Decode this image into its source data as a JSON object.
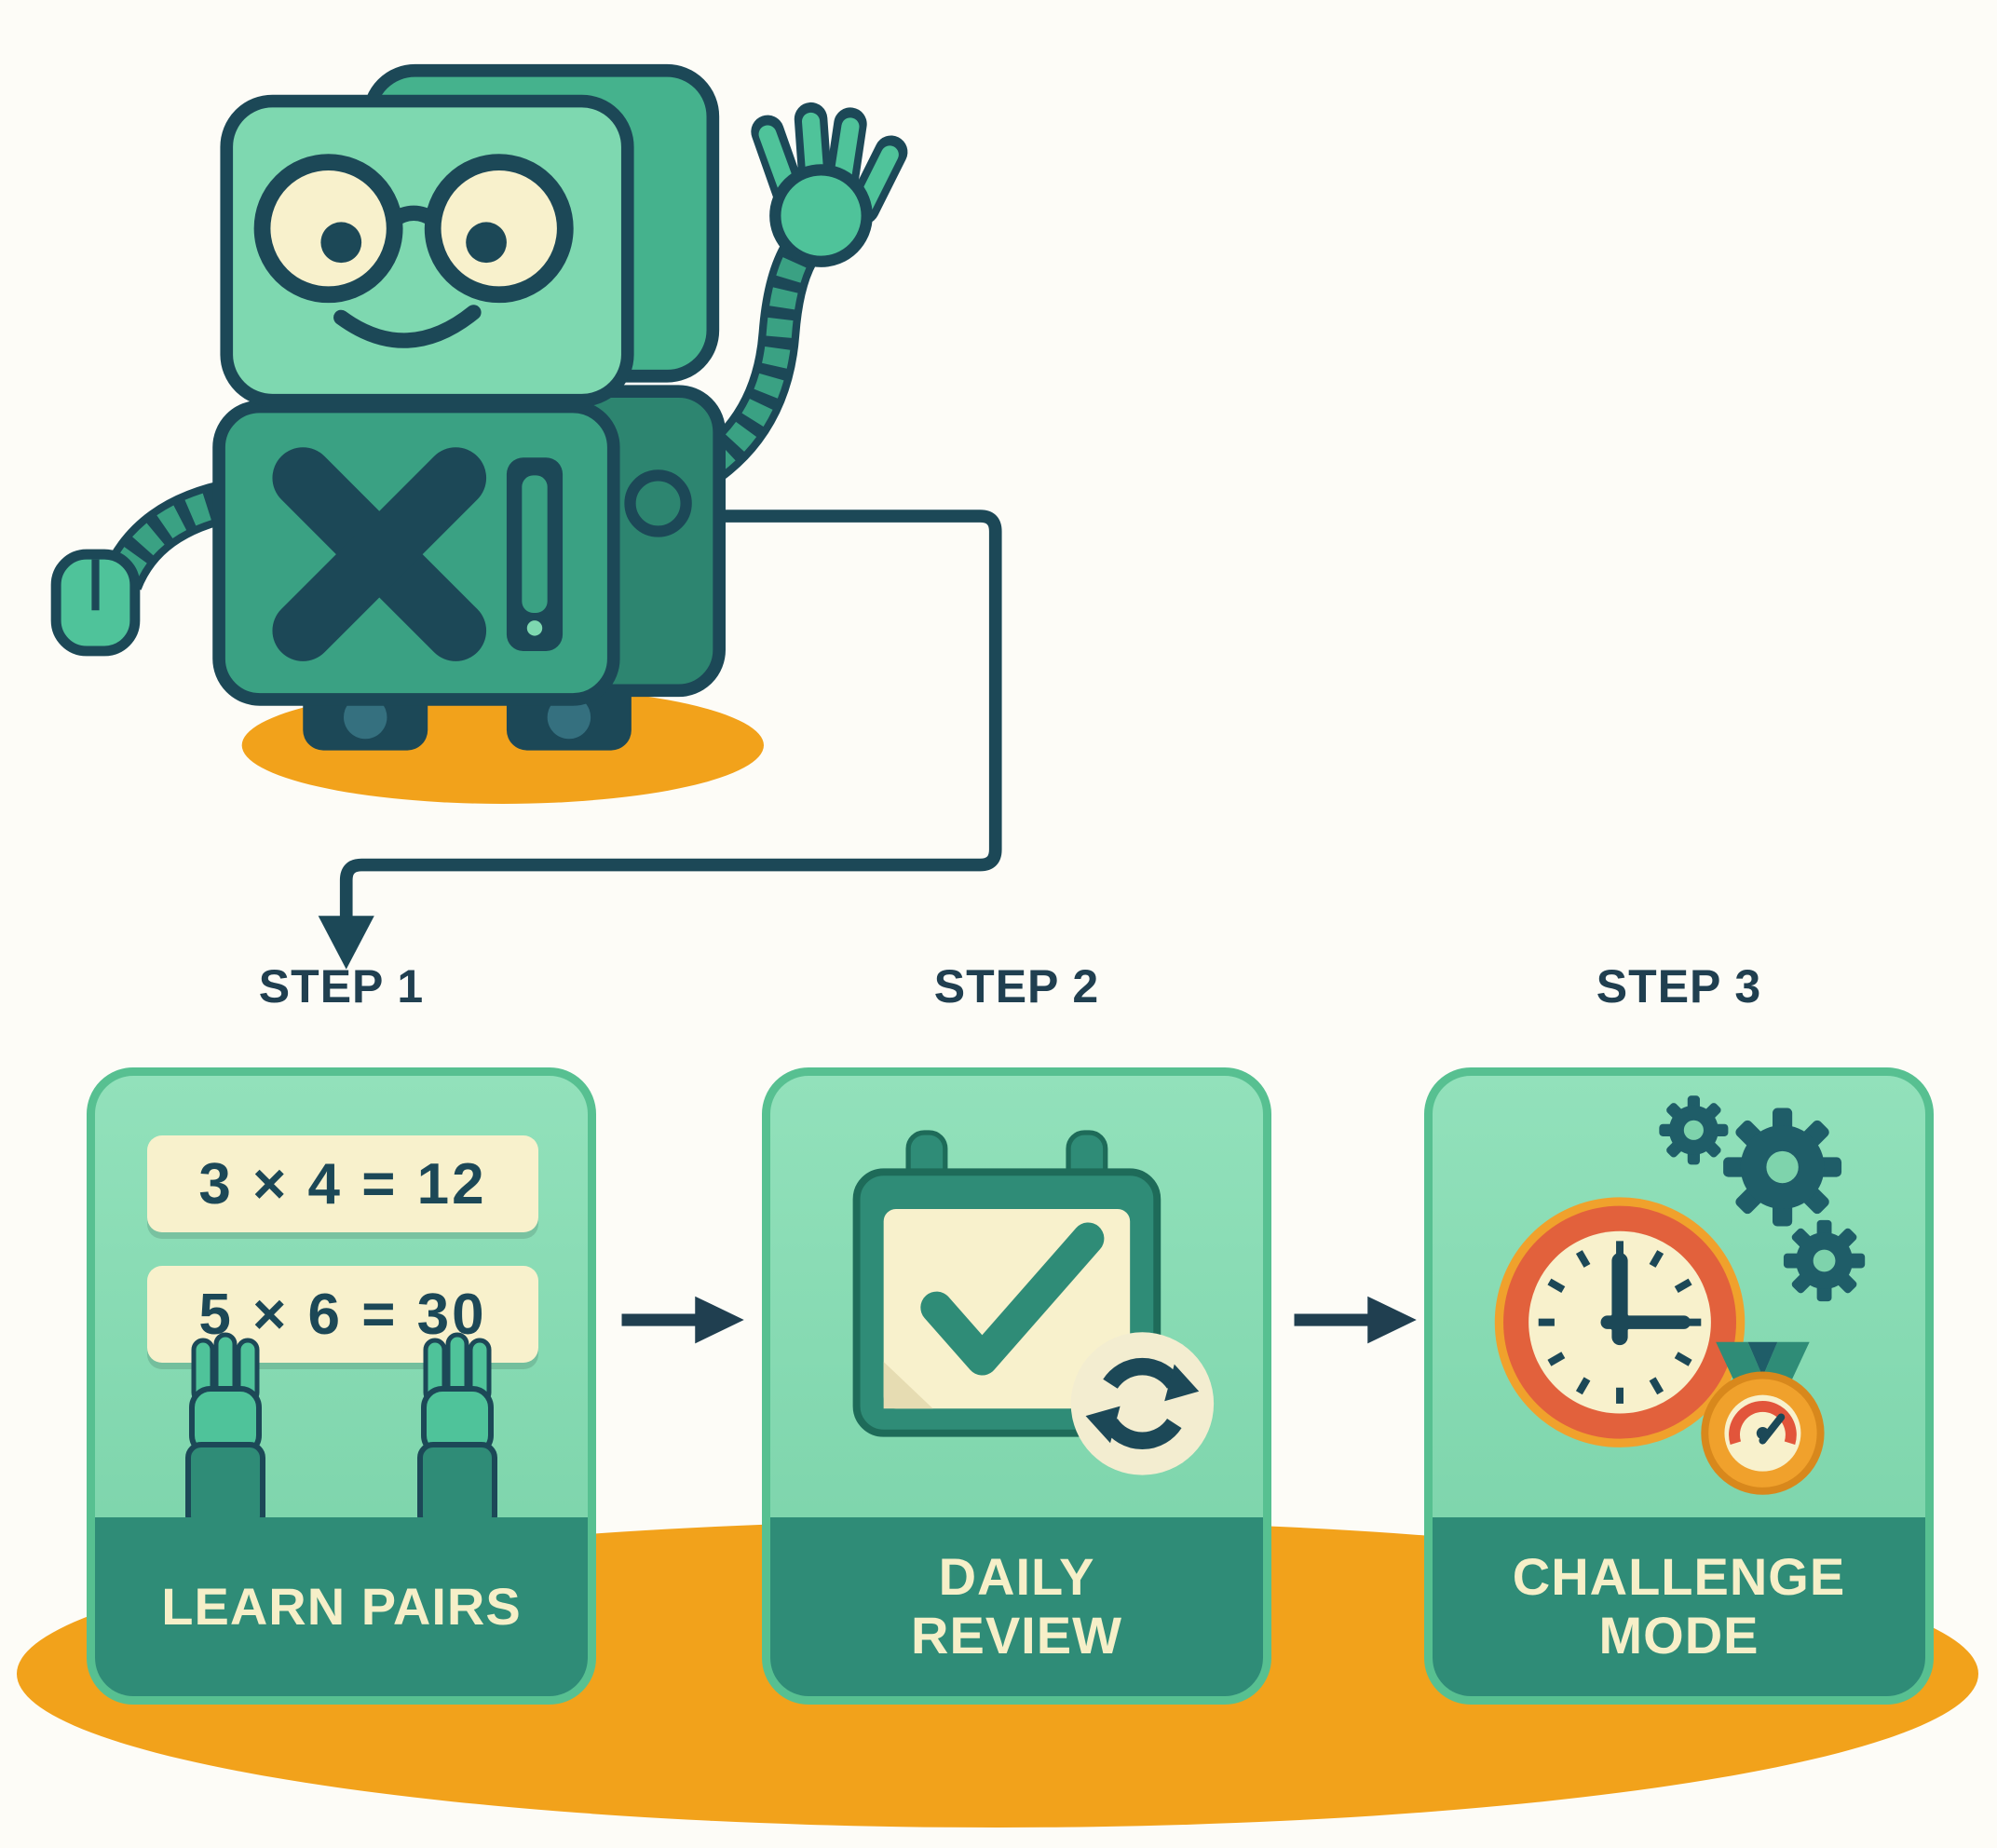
{
  "illustration": {
    "mascot": "robot-mascot",
    "chest_symbol": "×",
    "icons": [
      "robot-mascot-icon",
      "orange-shadow-ellipse",
      "flow-connector-arrow"
    ]
  },
  "steps": [
    {
      "label": "STEP 1",
      "title": "LEARN PAIRS",
      "title_lines": [
        "LEARN PAIRS"
      ],
      "equations": [
        "3 × 4 = 12",
        "5 × 6 = 30"
      ],
      "icons": [
        "equation-card-icon",
        "robot-hands-icon"
      ]
    },
    {
      "label": "STEP 2",
      "title": "DAILY REVIEW",
      "title_lines": [
        "DAILY",
        "REVIEW"
      ],
      "icons": [
        "calendar-check-icon",
        "refresh-icon"
      ]
    },
    {
      "label": "STEP 3",
      "title": "CHALLENGE MODE",
      "title_lines": [
        "CHALLENGE",
        "MODE"
      ],
      "icons": [
        "clock-icon",
        "gears-icon",
        "speed-medal-icon"
      ]
    }
  ],
  "colors": {
    "background": "#FDFCF7",
    "navy": "#1C4857",
    "mint_light": "#7ED8B0",
    "green_mid": "#3AA183",
    "teal_dark": "#2F8C77",
    "card_fill": "#7FD6AE",
    "card_border": "#57C091",
    "cream": "#F8F1CC",
    "orange": "#F2A21B",
    "clock_ring": "#E2613C"
  }
}
